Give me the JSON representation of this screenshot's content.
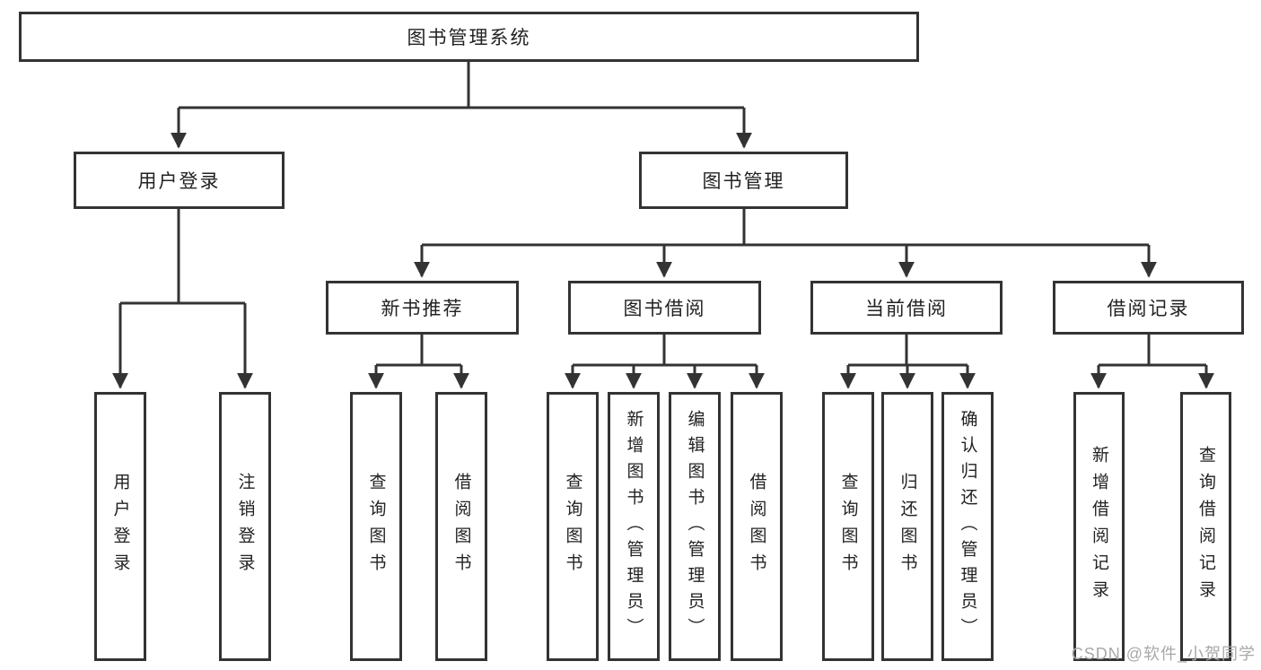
{
  "diagram": {
    "nodes": {
      "root": "图书管理系统",
      "user_login": "用户登录",
      "book_mgmt": "图书管理",
      "new_book_rec": "新书推荐",
      "book_borrow": "图书借阅",
      "current_borrow": "当前借阅",
      "borrow_record": "借阅记录",
      "leaf_user_login": "用户登录",
      "leaf_logout": "注销登录",
      "leaf_query_book_rec": "查询图书",
      "leaf_borrow_book_rec": "借阅图书",
      "leaf_query_book_borrow": "查询图书",
      "leaf_add_book": "新增图书（管理员）",
      "leaf_edit_book": "编辑图书（管理员）",
      "leaf_borrow_book_borrow": "借阅图书",
      "leaf_query_book_current": "查询图书",
      "leaf_return_book": "归还图书",
      "leaf_confirm_return": "确认归还（管理员）",
      "leaf_add_borrow_record": "新增借阅记录",
      "leaf_query_borrow_record": "查询借阅记录"
    },
    "edges": [
      {
        "from": "图书管理系统",
        "to": [
          "用户登录",
          "图书管理"
        ]
      },
      {
        "from": "用户登录",
        "to": [
          "用户登录",
          "注销登录"
        ]
      },
      {
        "from": "图书管理",
        "to": [
          "新书推荐",
          "图书借阅",
          "当前借阅",
          "借阅记录"
        ]
      },
      {
        "from": "新书推荐",
        "to": [
          "查询图书",
          "借阅图书"
        ]
      },
      {
        "from": "图书借阅",
        "to": [
          "查询图书",
          "新增图书（管理员）",
          "编辑图书（管理员）",
          "借阅图书"
        ]
      },
      {
        "from": "当前借阅",
        "to": [
          "查询图书",
          "归还图书",
          "确认归还（管理员）"
        ]
      },
      {
        "from": "借阅记录",
        "to": [
          "新增借阅记录",
          "查询借阅记录"
        ]
      }
    ],
    "colors": {
      "line": "#333333",
      "box_border": "#333333",
      "text": "#222222",
      "background": "#ffffff",
      "watermark": "#a8a8a8"
    }
  },
  "watermark": {
    "text": "CSDN @软件_小贺同学"
  }
}
